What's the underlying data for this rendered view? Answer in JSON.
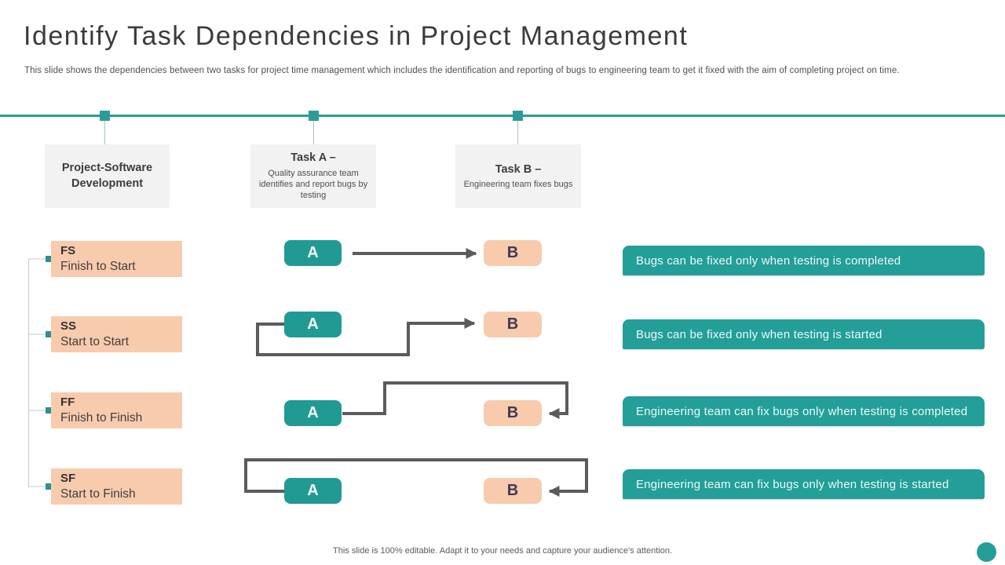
{
  "slide": {
    "title": "Identify Task Dependencies in Project Management",
    "subtitle": "This slide shows the dependencies between two tasks for project time management which includes the identification and reporting of bugs to engineering team to get it fixed with the aim of completing project on time.",
    "footer_note": "This slide is 100% editable. Adapt it to your needs and capture your audience's attention."
  },
  "colors": {
    "teal": "#239e98",
    "peach": "#f8cbad",
    "arrow_gray": "#595b5d",
    "header_box_bg": "#f2f2f2",
    "text_dark": "#3f3f3f"
  },
  "columns": [
    {
      "title": "Project-Software Development",
      "description": ""
    },
    {
      "title": "Task A –",
      "description": "Quality assurance team identifies and report bugs by testing"
    },
    {
      "title": "Task B –",
      "description": "Engineering team fixes bugs"
    }
  ],
  "task_labels": {
    "a": "A",
    "b": "B"
  },
  "rows": [
    {
      "code": "FS",
      "name": "Finish to Start",
      "description": "Bugs can be fixed only when testing is completed"
    },
    {
      "code": "SS",
      "name": "Start to Start",
      "description": "Bugs can be fixed only when testing is started"
    },
    {
      "code": "FF",
      "name": "Finish to Finish",
      "description": "Engineering team can fix bugs only when testing is completed"
    },
    {
      "code": "SF",
      "name": "Start to Finish",
      "description": "Engineering team can fix bugs only when testing is started"
    }
  ]
}
